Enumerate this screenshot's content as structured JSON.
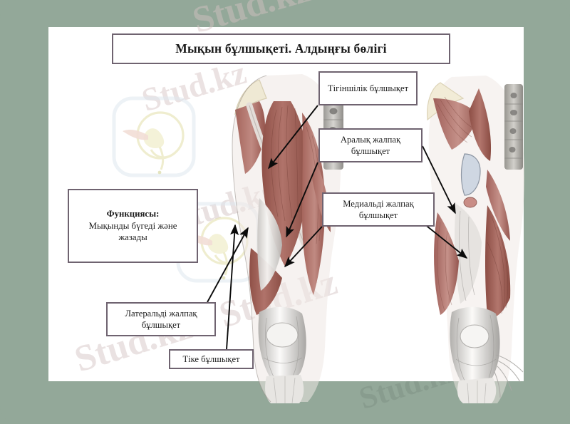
{
  "slide": {
    "background_color": "#93a899",
    "panel_color": "#ffffff",
    "box_border_color": "#6f6370",
    "title": "Мықын бұлшықеті.  Алдыңғы бөлігі"
  },
  "function_box": {
    "heading": "Функциясы:",
    "text": " Мықынды бүгеді және жазады"
  },
  "labels": {
    "sartorius": "Тігіншілік бұлшықет",
    "intermedius": "Аралық жалпақ бұлшықет",
    "medialis": "Медиальді жалпақ бұлшықет",
    "lateralis": "Латеральді жалпақ бұлшықет",
    "rectus": "Тіке бұлшықет"
  },
  "watermarks": [
    {
      "name": "wm-center-left",
      "text": "Stud.kz"
    },
    {
      "name": "wm-center-mid",
      "text": "Stud.kz"
    },
    {
      "name": "wm-diagonal-main",
      "text": "Stud.kz - Stud.kz"
    },
    {
      "name": "wm-bottom-right",
      "text": "Stud.kz"
    },
    {
      "name": "wm-top-right",
      "text": "Stud.kz"
    }
  ],
  "figures": [
    {
      "name": "anterior-thigh-superficial",
      "caption": ""
    },
    {
      "name": "anterior-thigh-deep",
      "caption": ""
    }
  ],
  "colors": {
    "muscle": "#a9675c",
    "muscle_dark": "#8d4f46",
    "tendon": "#e9e7e6",
    "bone": "#cfcdca",
    "fascia": "#b9b7b4",
    "watermark": "#c8b6b6"
  }
}
